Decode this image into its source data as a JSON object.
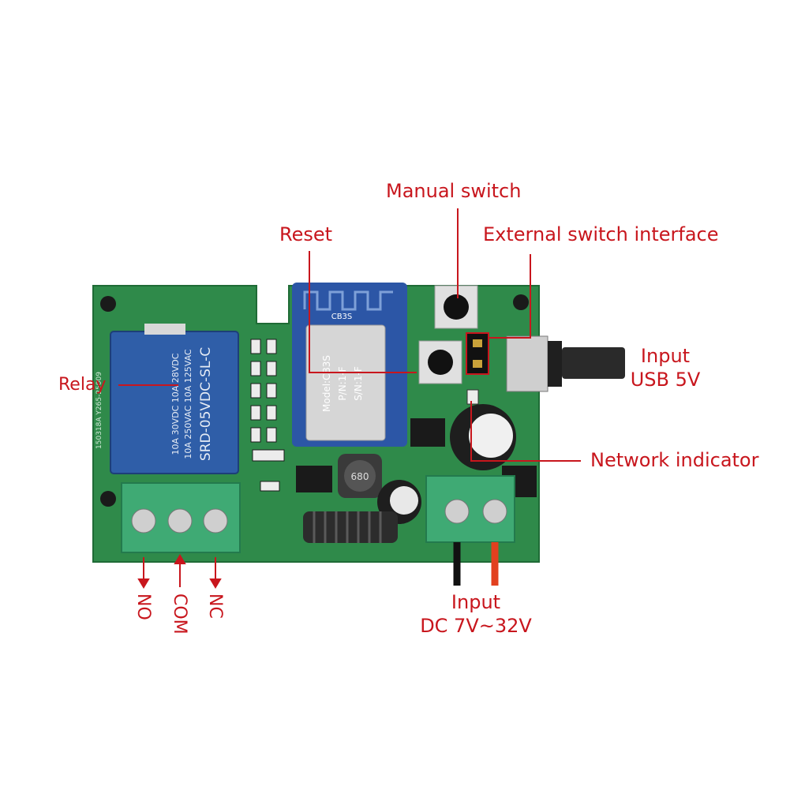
{
  "callouts": {
    "manual_switch": "Manual switch",
    "reset": "Reset",
    "external_switch_interface": "External switch interface",
    "relay": "Relay",
    "input_usb_line1": "Input",
    "input_usb_line2": "USB 5V",
    "network_indicator": "Network indicator",
    "input_dc_line1": "Input",
    "input_dc_line2": "DC 7V~32V"
  },
  "terminals": {
    "no": "NO",
    "com": "COM",
    "nc": "NC"
  },
  "board": {
    "module_label": "CB3S",
    "module_model": "Model:CB3S",
    "module_pn": "P/N:1-F",
    "module_sn": "S/N:1-F",
    "relay_line1": "SRD-05VDC-SL-C",
    "relay_line2": "10A 250VAC  10A 125VAC",
    "relay_line3": "10A 30VDC  10A 28VDC",
    "relay_code": "150318A Y265-25009",
    "inductor_label": "680"
  },
  "colors": {
    "annotation": "#c8161d",
    "pcb": "#2f8a4a",
    "relay": "#2f5ea8",
    "terminal_block": "#3faa74"
  }
}
